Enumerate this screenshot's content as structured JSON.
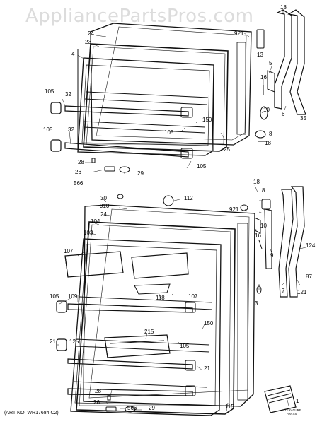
{
  "watermark": "AppliancePartsPros.com",
  "art_caption": "(ART NO. WR17684 C2)",
  "literature_label": "LITERATURE PARTS",
  "parts": {
    "p18a": "18",
    "p921a": "921",
    "p24a": "24",
    "p23a": "23",
    "p4": "4",
    "p13": "13",
    "p5": "5",
    "p16a": "16",
    "p10a": "10",
    "p6": "6",
    "p35": "35",
    "p8a": "8",
    "p18b": "18",
    "p105a": "105",
    "p32a": "32",
    "p150a": "150",
    "p105b": "105",
    "p25": "25",
    "p105c": "105",
    "p32b": "32",
    "p28a": "28",
    "p105d": "105",
    "p26a": "26",
    "p29a": "29",
    "p566a": "566",
    "p30": "30",
    "p112": "112",
    "p910": "910",
    "p921b": "921",
    "p18c": "18",
    "p8b": "8",
    "p104": "104",
    "p24b": "24",
    "p103": "103",
    "p10b": "10",
    "p16b": "16",
    "p9": "9",
    "p107a": "107",
    "p124": "124",
    "p87": "87",
    "p107b": "107",
    "p118": "118",
    "p105e": "105",
    "p109": "109",
    "p3": "3",
    "p7": "7",
    "p121": "121",
    "p150b": "150",
    "p215": "215",
    "p105f": "105",
    "p21a": "21",
    "p125": "125",
    "p21b": "21",
    "p28b": "28",
    "p26b": "26",
    "p566b": "566",
    "p29b": "29",
    "p115": "115",
    "p1": "1"
  }
}
